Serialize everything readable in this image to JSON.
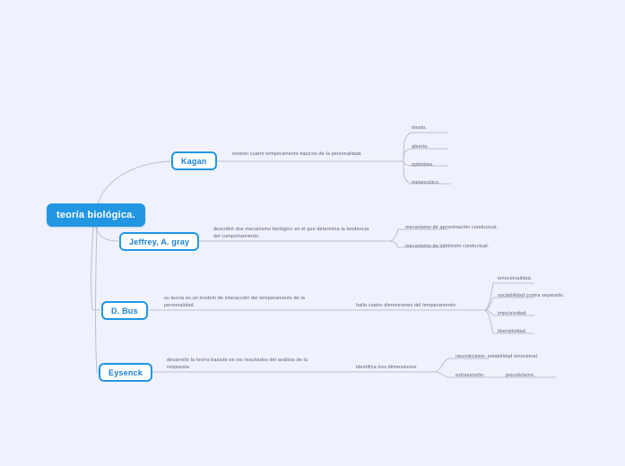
{
  "canvas": {
    "background": "#eff2fc",
    "accent": "#2196e3",
    "node_text": "#1a7fd4",
    "label_text": "#5b5f70",
    "line_color": "#b9bed2"
  },
  "root": {
    "label": "teoría biológica."
  },
  "branches": [
    {
      "id": "kagan",
      "node": "Kagan",
      "edge_label": "existen cuatro temperamento básicos de la personalidad.",
      "leaves": [
        "tímido.",
        "abierto.",
        "optimista.",
        "melancólico."
      ]
    },
    {
      "id": "jeffrey",
      "node": "Jeffrey, A. gray",
      "edge_label": "describió dos mecanismo biológico en el que determina la tendencia del comportamiento.",
      "leaves": [
        "mecanismo de aproximación conductual.",
        "mecanismo de inhibición conductual."
      ]
    },
    {
      "id": "dbus",
      "node": "D. Bus",
      "edge_label": "su teoría es un modelo de interacción del temperamento de la personalidad.",
      "mid_label": "halla cuatro dimensiones del temperamento:",
      "leaves": [
        "emocionalidad.",
        "sociabilidad contra separado.",
        "impulsividad.",
        "liberatividad."
      ]
    },
    {
      "id": "eysenck",
      "node": "Eysenck",
      "edge_label": "desarrollo la teoría basado en los resultados del análisis de la respuesta",
      "mid_label": "identifica tres dimensiones",
      "leaves": [
        "neuroticismo- estabilidad emocional.",
        "extraversión.              psicoticismo."
      ]
    }
  ]
}
